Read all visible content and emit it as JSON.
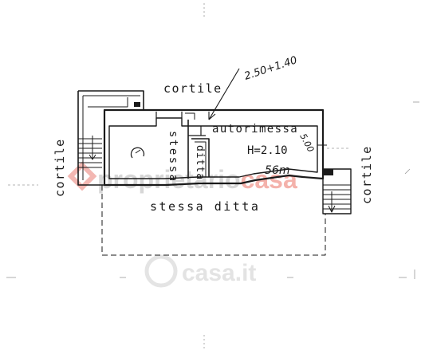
{
  "labels": {
    "cortile_top": "cortile",
    "cortile_left": "cortile",
    "cortile_right": "cortile",
    "autorimessa": "autorimessa",
    "height": "H=2.10",
    "stessa_vertical": "stessa",
    "ditta_vertical": "ditta",
    "stessa_ditta": "stessa ditta",
    "dimension_handwritten": "2.50+1.40",
    "area_handwritten": "56m",
    "small_handwritten": "5.00"
  },
  "watermarks": {
    "main_prefix": "proprietario",
    "main_suffix": "casa",
    "secondary": "casa.it"
  },
  "colors": {
    "line": "#1a1a1a",
    "watermark_grey": "#d0d0d0",
    "watermark_red": "#f0a5a0"
  }
}
